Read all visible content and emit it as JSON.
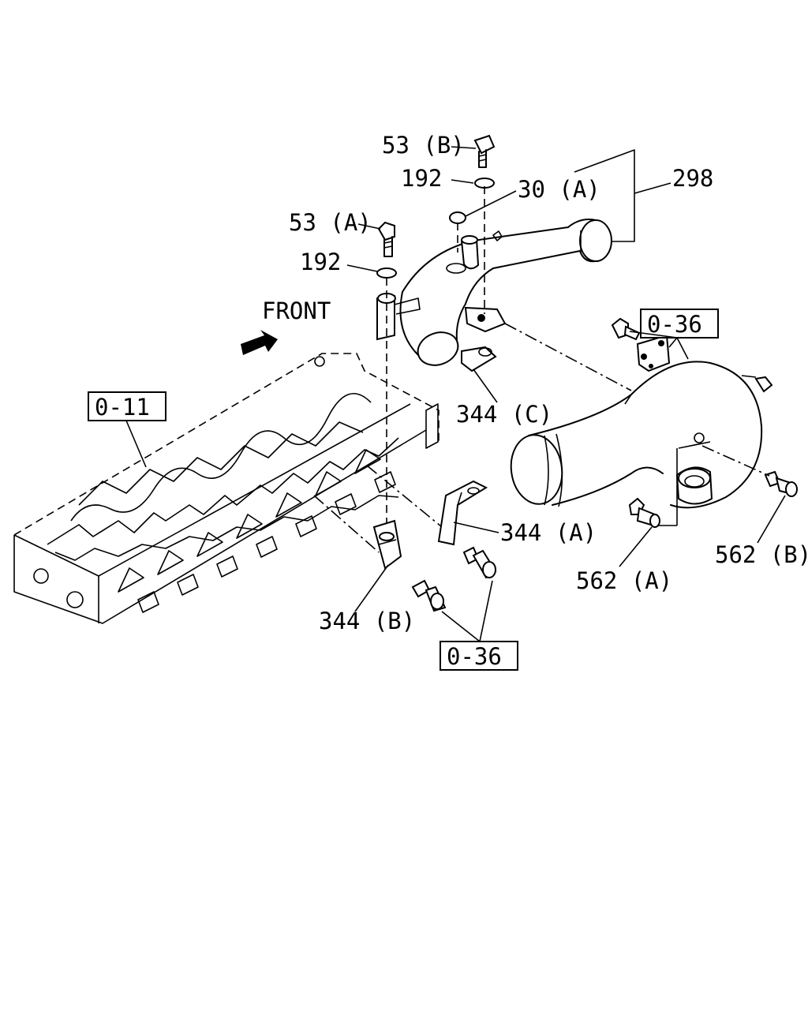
{
  "labels": {
    "p53b": "53 (B)",
    "p192_top": "192",
    "p30a": "30 (A)",
    "p298": "298",
    "p53a": "53 (A)",
    "p192_left": "192",
    "front": "FRONT",
    "ref_011": "0-11",
    "ref_036_right": "0-36",
    "ref_036_bottom": "0-36",
    "p344c": "344 (C)",
    "p344a": "344 (A)",
    "p344b": "344 (B)",
    "p562a": "562 (A)",
    "p562b": "562 (B)"
  },
  "icons": [
    "front-arrow-icon"
  ]
}
